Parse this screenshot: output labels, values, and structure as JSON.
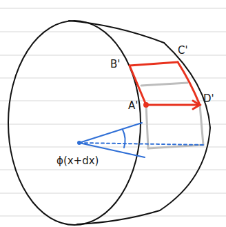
{
  "diagram": {
    "labels": [
      "B'",
      "C'",
      "A'",
      "D'",
      "ϕ(x+dx)"
    ]
  }
}
